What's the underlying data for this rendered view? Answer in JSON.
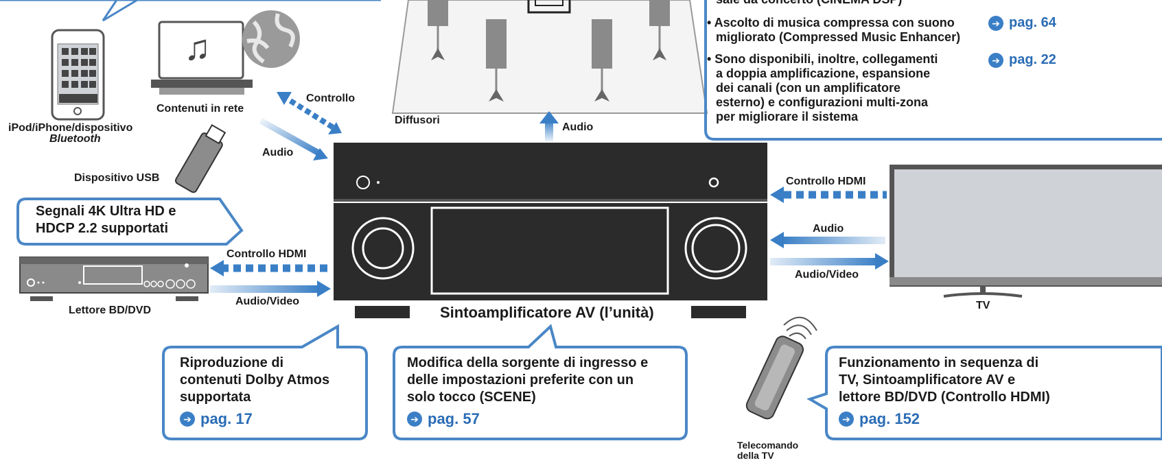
{
  "colors": {
    "accent_blue": "#3a7fc6",
    "bubble_border": "#4a87c6",
    "device_dark": "#2e2e2e",
    "speaker_grey": "#8a8a8a"
  },
  "labels": {
    "network_content": "Contenuti in rete",
    "ipod_line1": "iPod/iPhone/dispositivo",
    "ipod_line2": "Bluetooth",
    "usb_device": "Dispositivo USB",
    "control_1": "Controllo",
    "audio_network": "Audio",
    "speakers": "Diffusori",
    "audio_speakers": "Audio",
    "hdmi_control_tv": "Controllo HDMI",
    "audio_tv": "Audio",
    "audio_video_tv": "Audio/Video",
    "tv": "TV",
    "hdmi_control_bd": "Controllo HDMI",
    "audio_video_bd": "Audio/Video",
    "bd_player": "Lettore BD/DVD",
    "receiver": "Sintoamplificatore AV (l’unità)",
    "remote_line1": "Telecomando",
    "remote_line2": "della TV"
  },
  "bubbles": {
    "hd_4k": [
      "Segnali 4K Ultra HD e",
      "HDCP 2.2 supportati"
    ],
    "dolby": [
      "Riproduzione di",
      "contenuti Dolby Atmos",
      "supportata"
    ],
    "dolby_ref": "pag. 17",
    "scene": [
      "Modifica della sorgente di ingresso e",
      "delle impostazioni preferite con un",
      "solo tocco (SCENE)"
    ],
    "scene_ref": "pag. 57",
    "hdmi": [
      "Funzionamento in sequenza di",
      "TV, Sintoamplificatore AV e",
      "lettore BD/DVD (Controllo HDMI)"
    ],
    "hdmi_ref": "pag. 152"
  },
  "features": {
    "partial_top": "sale da concerto (CINEMA DSP)",
    "item1": [
      "• Ascolto di musica compressa con suono",
      "migliorato (Compressed Music Enhancer)"
    ],
    "item1_ref": "pag. 64",
    "item2": [
      "• Sono disponibili, inoltre, collegamenti",
      "a doppia amplificazione, espansione",
      "dei canali (con un amplificatore",
      "esterno) e configurazioni multi-zona",
      "per migliorare il sistema"
    ],
    "item2_ref": "pag. 22"
  },
  "icons": {
    "music_note": "♫",
    "power": "⏻",
    "ref_arrow": "➔"
  }
}
